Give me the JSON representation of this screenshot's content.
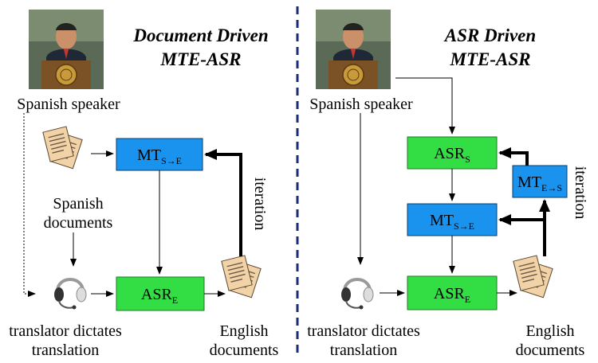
{
  "left": {
    "title_line1": "Document Driven",
    "title_line2": "MTE-ASR",
    "speaker": "Spanish speaker",
    "src_docs_line1": "Spanish",
    "src_docs_line2": "documents",
    "mt_box": {
      "main": "MT",
      "sub": "S→E"
    },
    "asr_box": {
      "main": "ASR",
      "sub": "E"
    },
    "translator_line1": "translator dictates",
    "translator_line2": "translation",
    "eng_docs_line1": "English",
    "eng_docs_line2": "documents",
    "iteration": "iteration"
  },
  "right": {
    "title_line1": "ASR Driven",
    "title_line2": "MTE-ASR",
    "speaker": "Spanish speaker",
    "asr_s_box": {
      "main": "ASR",
      "sub": "S"
    },
    "mt_se_box": {
      "main": "MT",
      "sub": "S→E"
    },
    "mt_es_box": {
      "main": "MT",
      "sub": "E→S"
    },
    "asr_e_box": {
      "main": "ASR",
      "sub": "E"
    },
    "translator_line1": "translator dictates",
    "translator_line2": "translation",
    "eng_docs_line1": "English",
    "eng_docs_line2": "documents",
    "iteration": "iteration"
  },
  "colors": {
    "mt_box": "#1a93ee",
    "asr_box": "#33dd44",
    "divider": "#1f2a7a",
    "paper": "#f2d3a8"
  },
  "icons": [
    "speaker-photo",
    "document-stack-icon",
    "headset-icon"
  ]
}
